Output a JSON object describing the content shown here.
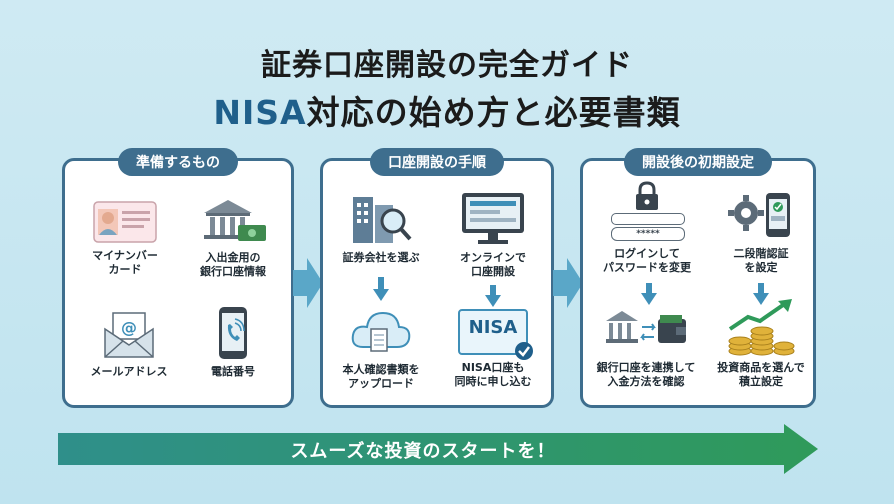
{
  "header": {
    "title_line1": "証券口座開設の完全ガイド",
    "title_line2_highlight": "NISA",
    "title_line2_rest": "対応の始め方と必要書類"
  },
  "panels": {
    "prepare": {
      "heading": "準備するもの",
      "items": [
        {
          "label_1": "マイナンバー",
          "label_2": "カード",
          "icon": "id-card-icon"
        },
        {
          "label_1": "入出金用の",
          "label_2": "銀行口座情報",
          "icon": "bank-cash-icon"
        },
        {
          "label_1": "メールアドレス",
          "label_2": "",
          "icon": "email-icon"
        },
        {
          "label_1": "電話番号",
          "label_2": "",
          "icon": "phone-icon"
        }
      ]
    },
    "procedure": {
      "heading": "口座開設の手順",
      "items": [
        {
          "label_1": "証券会社を選ぶ",
          "label_2": "",
          "icon": "building-search-icon"
        },
        {
          "label_1": "オンラインで",
          "label_2": "口座開設",
          "icon": "monitor-icon"
        },
        {
          "label_1": "本人確認書類を",
          "label_2": "アップロード",
          "icon": "cloud-upload-icon"
        },
        {
          "label_1": "NISA口座も",
          "label_2": "同時に申し込む",
          "icon": "nisa-badge-icon"
        }
      ],
      "nisa_badge_text": "NISA"
    },
    "setup": {
      "heading": "開設後の初期設定",
      "items": [
        {
          "label_1": "ログインして",
          "label_2": "パスワードを変更",
          "icon": "lock-password-icon"
        },
        {
          "label_1": "二段階認証",
          "label_2": "を設定",
          "icon": "gear-phone-icon"
        },
        {
          "label_1": "銀行口座を連携して",
          "label_2": "入金方法を確認",
          "icon": "bank-wallet-icon"
        },
        {
          "label_1": "投資商品を選んで",
          "label_2": "積立設定",
          "icon": "coins-growth-icon"
        }
      ],
      "password_mask": "*****"
    }
  },
  "footer": {
    "banner": "スムーズな投資のスタートを！"
  },
  "colors": {
    "panel_border": "#3e6e8e",
    "accent_blue": "#3f8fb8",
    "arrow_teal": "#5aa7c8",
    "banner_green": "#2f9a5a"
  }
}
